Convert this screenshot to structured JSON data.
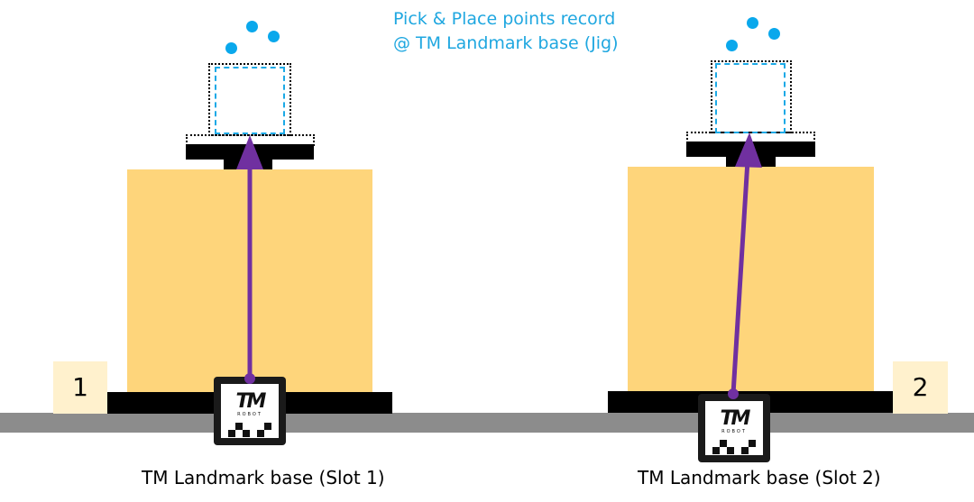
{
  "title": {
    "line1": "Pick & Place points record",
    "line2": "@ TM Landmark base (Jig)"
  },
  "colors": {
    "title": "#1fa7e0",
    "jig": "#fed57b",
    "slot_label_bg": "#fff1cd",
    "floor": "#8c8c8c",
    "arrow": "#7030a0",
    "points": "#0aa8ec"
  },
  "slots": [
    {
      "number": "1",
      "caption": "TM Landmark base (Slot 1)",
      "landmark": {
        "logo": "TM",
        "sub": "ROBOT"
      }
    },
    {
      "number": "2",
      "caption": "TM Landmark base (Slot 2)",
      "landmark": {
        "logo": "TM",
        "sub": "ROBOT"
      }
    }
  ]
}
